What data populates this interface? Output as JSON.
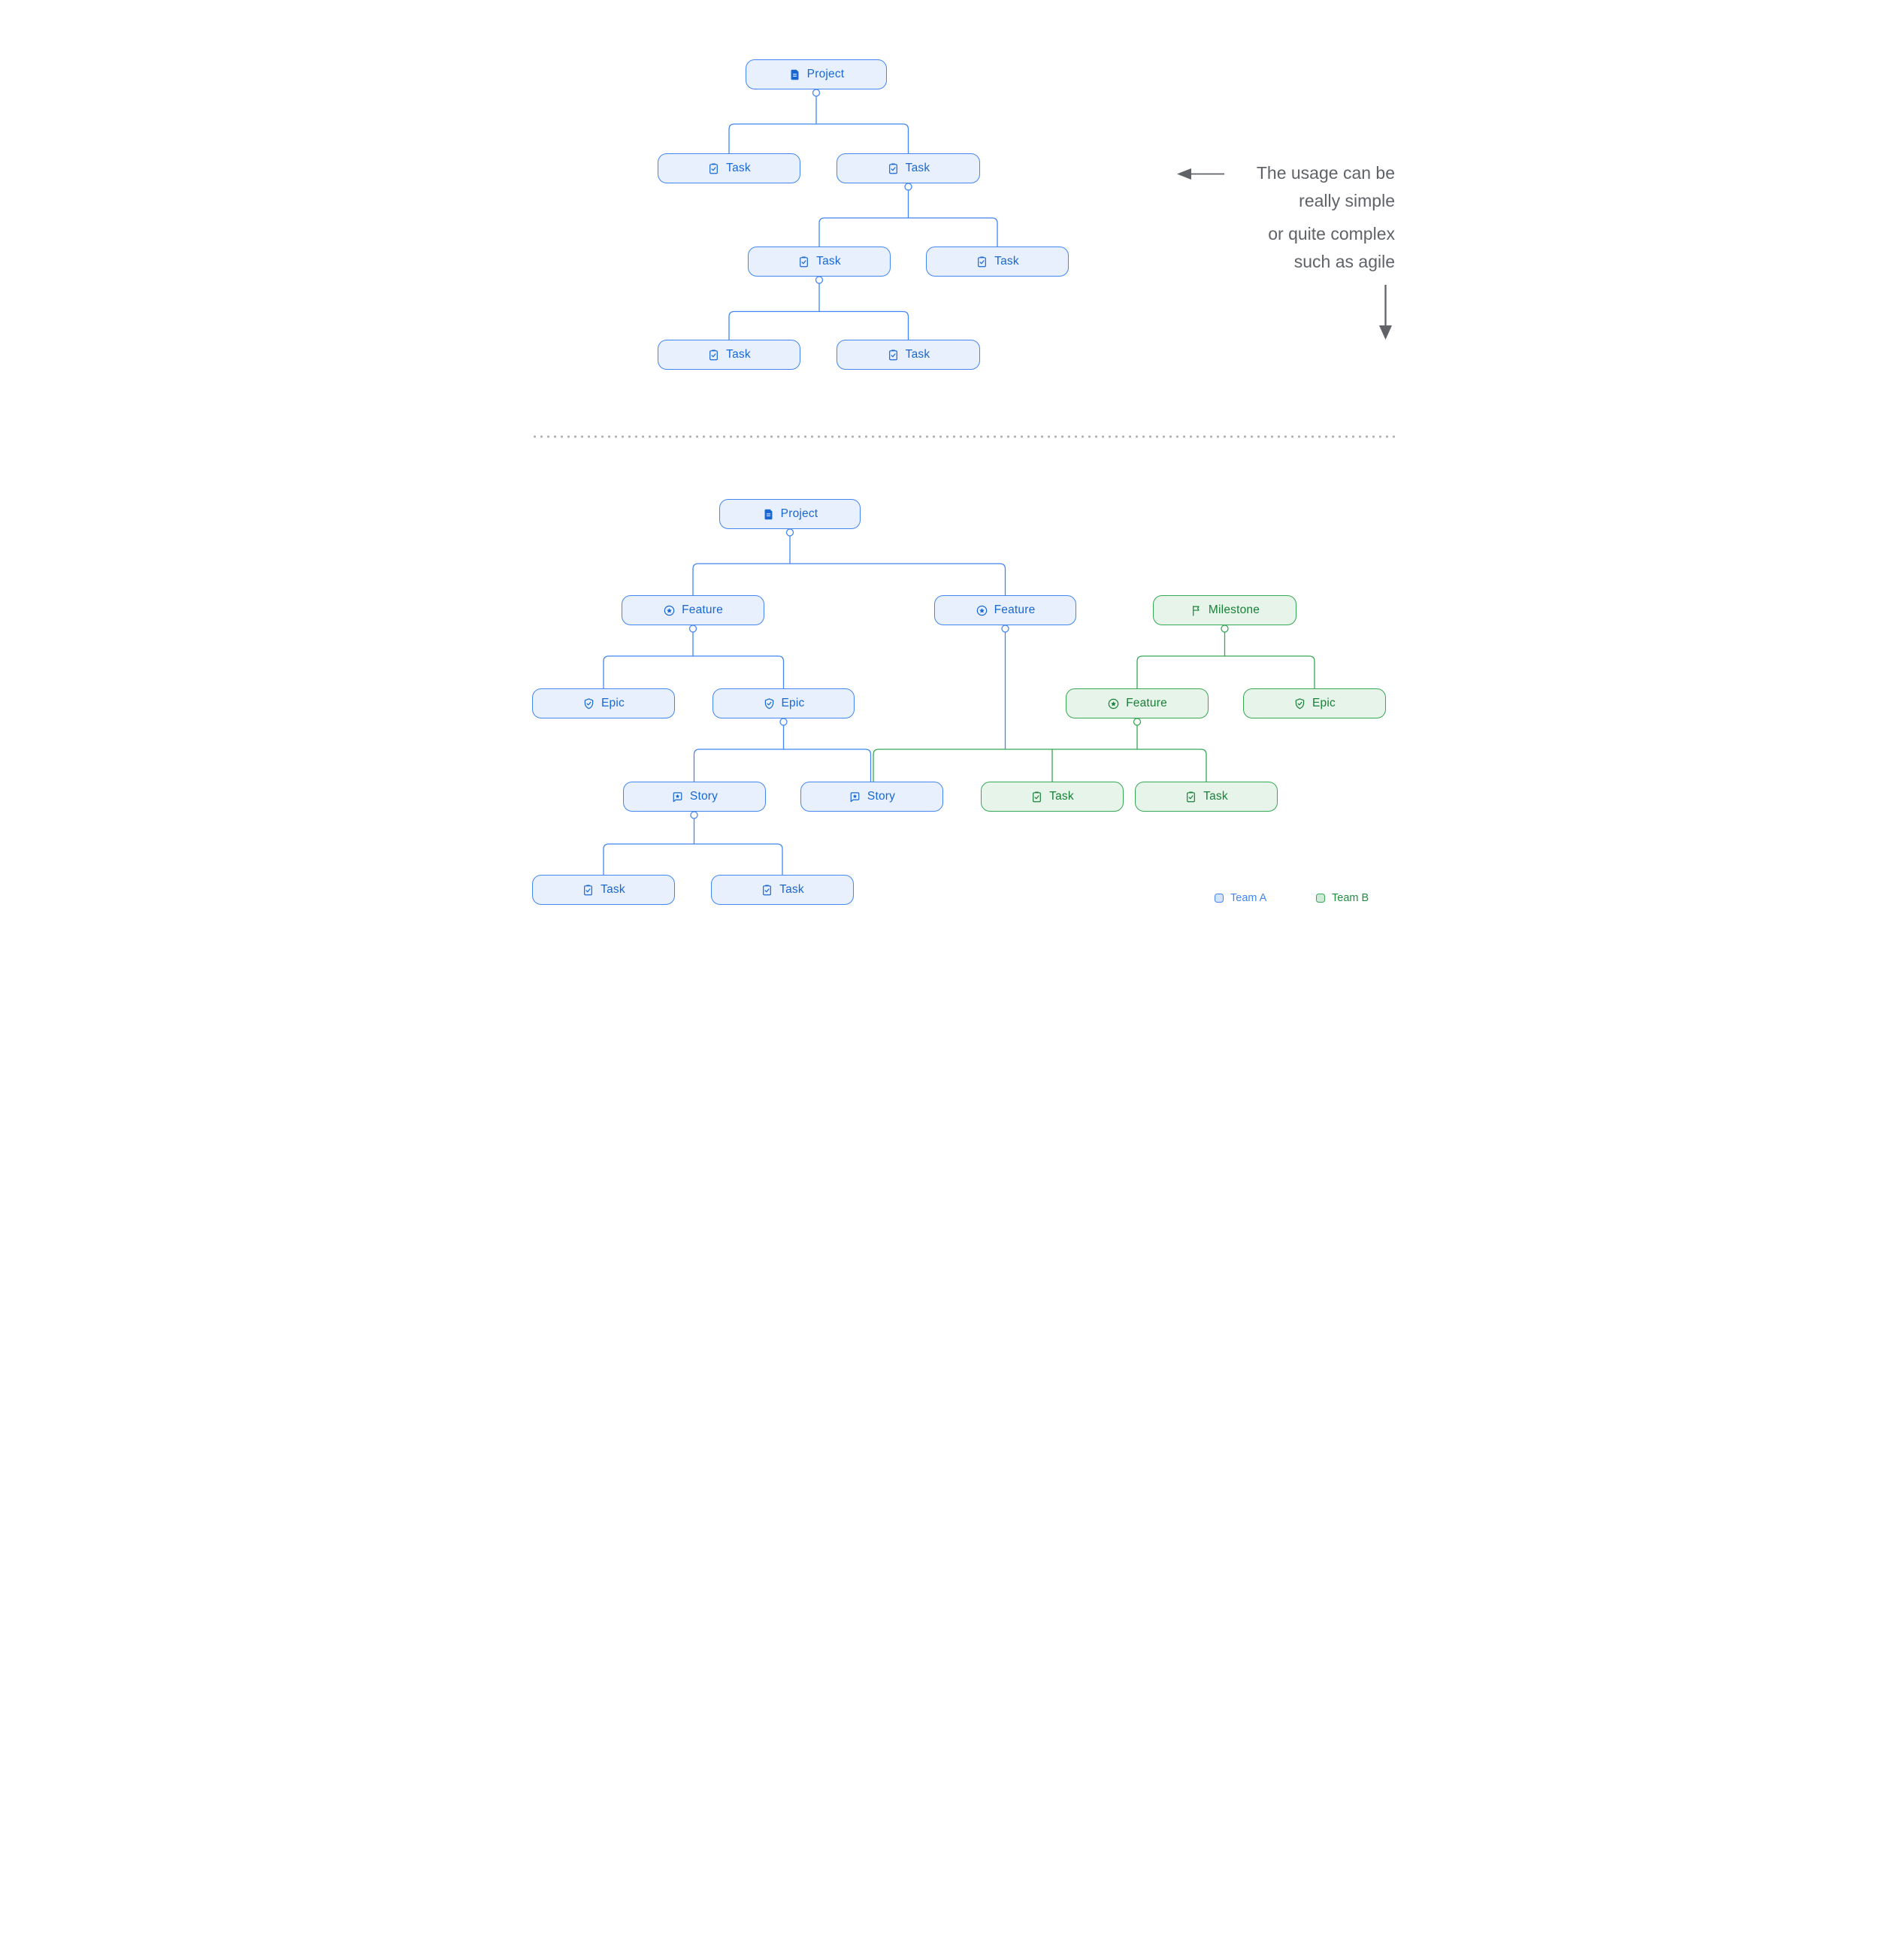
{
  "colors": {
    "team_a_border": "#4285F4",
    "team_a_fill": "#E8F0FE",
    "team_a_text": "#1967D2",
    "team_b_border": "#34A853",
    "team_b_fill": "#E6F4EA",
    "team_b_text": "#188038",
    "annotation_text": "#5F6368"
  },
  "notes": {
    "note1": [
      "The usage can be",
      "really simple"
    ],
    "note2": [
      "or quite complex",
      "such as agile"
    ]
  },
  "legend": {
    "team_a_label": "Team A",
    "team_b_label": "Team B"
  },
  "simple_tree": {
    "nodes": [
      {
        "label": "Project",
        "type": "project",
        "icon": "document",
        "team": "A"
      },
      {
        "label": "Task",
        "type": "task",
        "icon": "task-check",
        "team": "A"
      },
      {
        "label": "Task",
        "type": "task",
        "icon": "task-check",
        "team": "A"
      },
      {
        "label": "Task",
        "type": "task",
        "icon": "task-check",
        "team": "A"
      },
      {
        "label": "Task",
        "type": "task",
        "icon": "task-check",
        "team": "A"
      },
      {
        "label": "Task",
        "type": "task",
        "icon": "task-check",
        "team": "A"
      },
      {
        "label": "Task",
        "type": "task",
        "icon": "task-check",
        "team": "A"
      }
    ],
    "edges": [
      [
        0,
        1
      ],
      [
        0,
        2
      ],
      [
        2,
        3
      ],
      [
        2,
        4
      ],
      [
        3,
        5
      ],
      [
        3,
        6
      ]
    ]
  },
  "complex_tree": {
    "nodes": [
      {
        "label": "Project",
        "type": "project",
        "icon": "document",
        "team": "A"
      },
      {
        "label": "Feature",
        "type": "feature",
        "icon": "star-circle",
        "team": "A"
      },
      {
        "label": "Feature",
        "type": "feature",
        "icon": "star-circle",
        "team": "A"
      },
      {
        "label": "Milestone",
        "type": "milestone",
        "icon": "flag",
        "team": "B"
      },
      {
        "label": "Epic",
        "type": "epic",
        "icon": "shield-check",
        "team": "A"
      },
      {
        "label": "Epic",
        "type": "epic",
        "icon": "shield-check",
        "team": "A"
      },
      {
        "label": "Feature",
        "type": "feature",
        "icon": "star-circle",
        "team": "B"
      },
      {
        "label": "Epic",
        "type": "epic",
        "icon": "shield-check",
        "team": "B"
      },
      {
        "label": "Story",
        "type": "story",
        "icon": "bubble-star",
        "team": "A"
      },
      {
        "label": "Story",
        "type": "story",
        "icon": "bubble-star",
        "team": "A"
      },
      {
        "label": "Task",
        "type": "task",
        "icon": "task-check",
        "team": "B"
      },
      {
        "label": "Task",
        "type": "task",
        "icon": "task-check",
        "team": "B"
      },
      {
        "label": "Task",
        "type": "task",
        "icon": "task-check",
        "team": "A"
      },
      {
        "label": "Task",
        "type": "task",
        "icon": "task-check",
        "team": "A"
      }
    ],
    "edges": [
      [
        0,
        1
      ],
      [
        0,
        2
      ],
      [
        1,
        4
      ],
      [
        1,
        5
      ],
      [
        3,
        6
      ],
      [
        3,
        7
      ],
      [
        5,
        8
      ],
      [
        5,
        9
      ],
      [
        2,
        9
      ],
      [
        2,
        10
      ],
      [
        2,
        11
      ],
      [
        6,
        9
      ],
      [
        6,
        10
      ],
      [
        6,
        11
      ],
      [
        8,
        12
      ],
      [
        8,
        13
      ]
    ]
  }
}
